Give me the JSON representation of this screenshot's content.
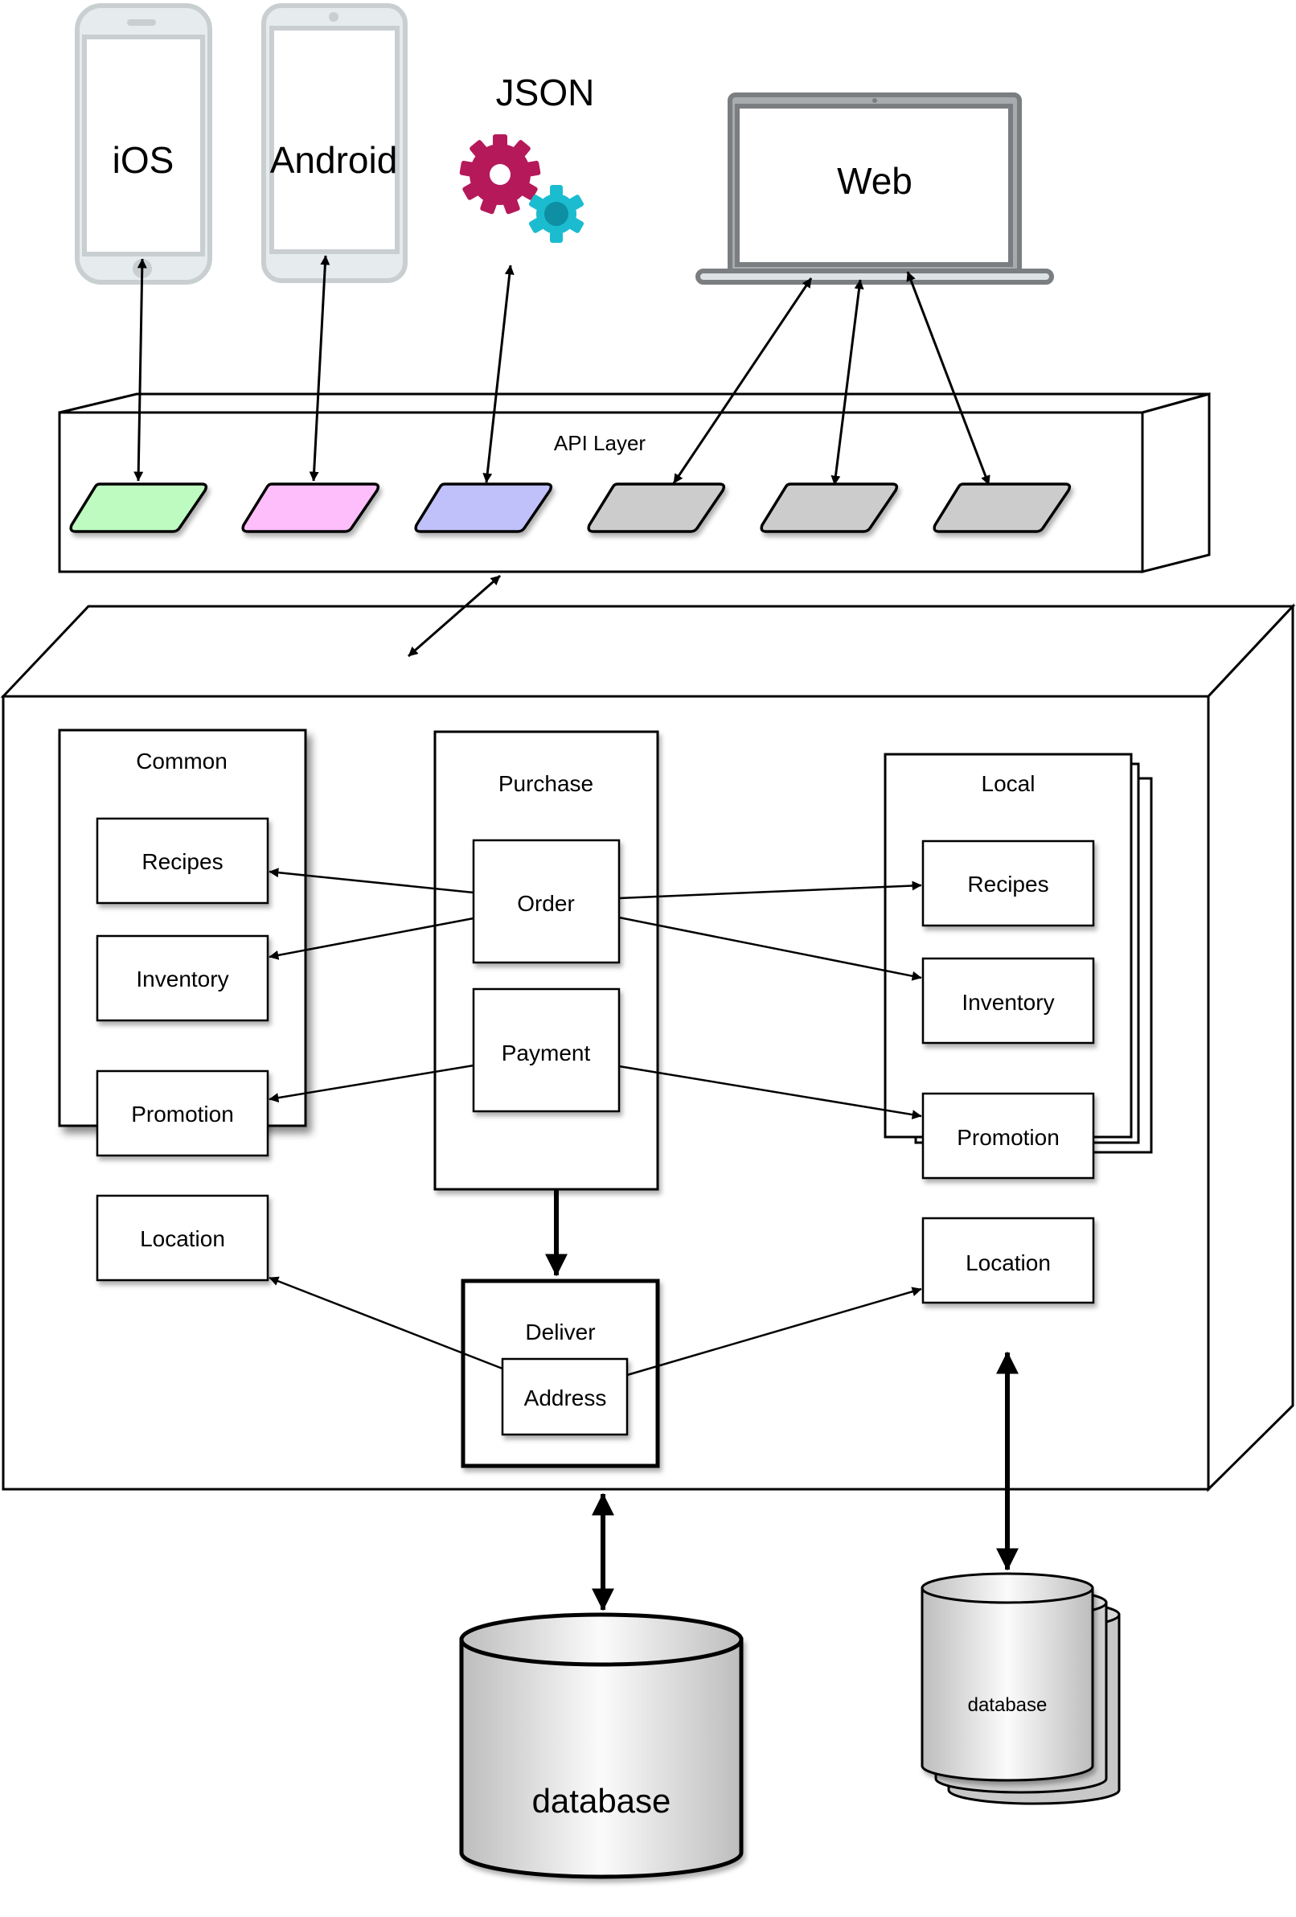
{
  "clients": {
    "ios": {
      "label": "iOS"
    },
    "android": {
      "label": "Android"
    },
    "json": {
      "label": "JSON",
      "icon": "gears-icon"
    },
    "web": {
      "label": "Web"
    }
  },
  "api_layer": {
    "title": "API Layer",
    "endpoints": [
      {
        "color": "#BDFBC0"
      },
      {
        "color": "#FDBEFB"
      },
      {
        "color": "#C0C0FB"
      },
      {
        "color": "#CCCCCC"
      },
      {
        "color": "#CCCCCC"
      },
      {
        "color": "#CCCCCC"
      }
    ]
  },
  "services": {
    "common": {
      "title": "Common",
      "items": [
        "Recipes",
        "Inventory",
        "Promotion",
        "Location"
      ]
    },
    "purchase": {
      "title": "Purchase",
      "items": [
        "Order",
        "Payment"
      ]
    },
    "deliver": {
      "title": "Deliver",
      "items": [
        "Address"
      ]
    },
    "local": {
      "title": "Local",
      "items": [
        "Recipes",
        "Inventory",
        "Promotion",
        "Location"
      ]
    }
  },
  "databases": {
    "shared": {
      "label": "database"
    },
    "local": {
      "label": "database"
    }
  },
  "colors": {
    "device_frame": "#C9CFD1",
    "device_body": "#E6ECEE",
    "laptop_frame": "#7B7E80",
    "laptop_body": "#A9ACAE",
    "gear_primary": "#B5195A",
    "gear_secondary": "#1BBCD0",
    "gear_secondary_core": "#0E8FA3"
  }
}
